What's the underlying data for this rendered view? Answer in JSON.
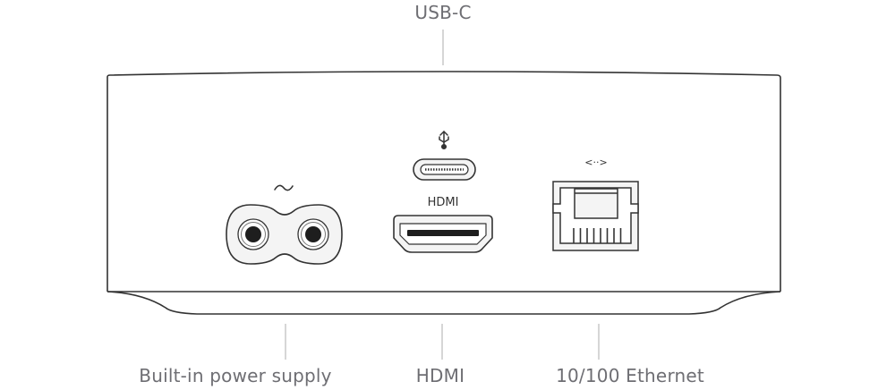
{
  "callouts": {
    "top": "USB-C",
    "power": "Built-in power supply",
    "hdmi": "HDMI",
    "ethernet": "10/100 Ethernet"
  },
  "device": {
    "hdmi_port_label": "HDMI",
    "power_symbol": "~",
    "ethernet_symbol": "<··>",
    "usb_icon": "usb-icon"
  },
  "colors": {
    "line": "#333333",
    "callout_text": "#6e6e73",
    "leader": "#c8c8c8"
  }
}
